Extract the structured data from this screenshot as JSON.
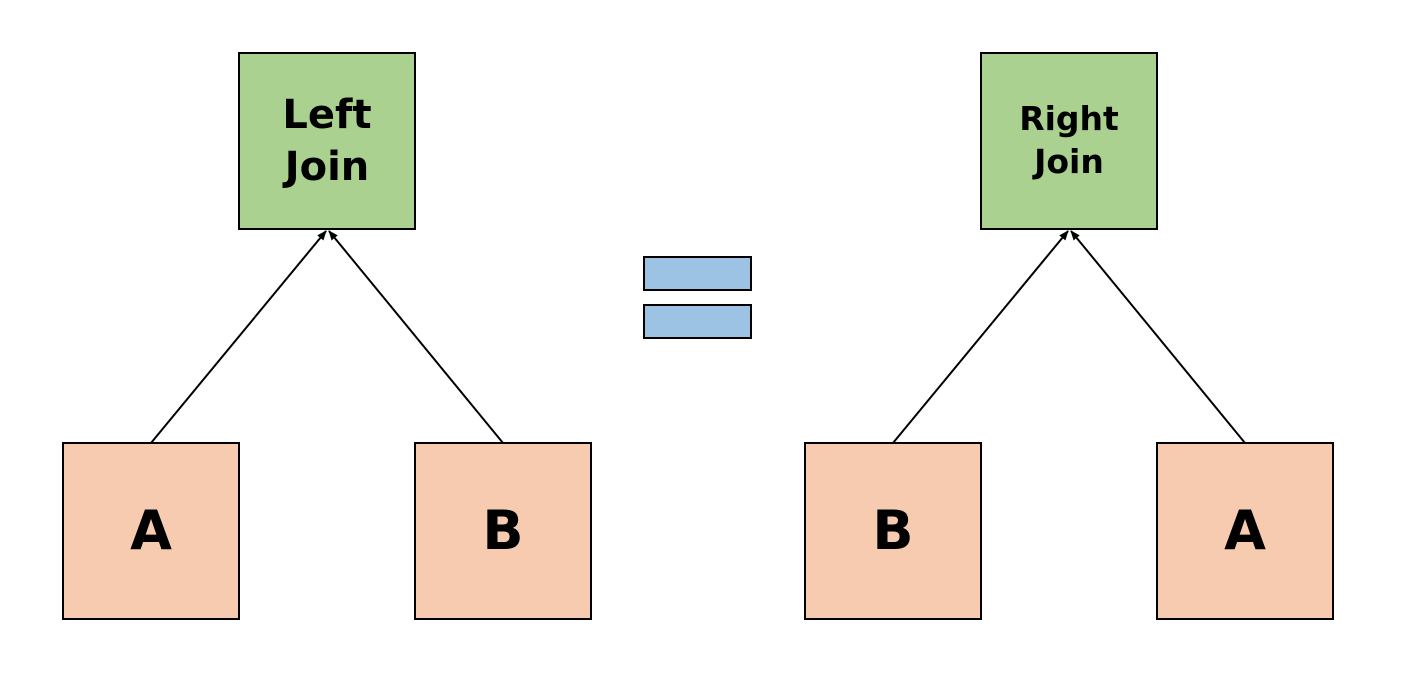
{
  "left_diagram": {
    "join": {
      "lines": [
        "Left",
        "Join"
      ]
    },
    "children": [
      "A",
      "B"
    ]
  },
  "equals_symbol": "=",
  "right_diagram": {
    "join": {
      "lines": [
        "Right",
        "Join"
      ]
    },
    "children": [
      "B",
      "A"
    ]
  },
  "colors": {
    "join_fill": "#aad18f",
    "leaf_fill": "#f7cbb0",
    "equals_fill": "#9dc3e4",
    "stroke": "#000000"
  }
}
